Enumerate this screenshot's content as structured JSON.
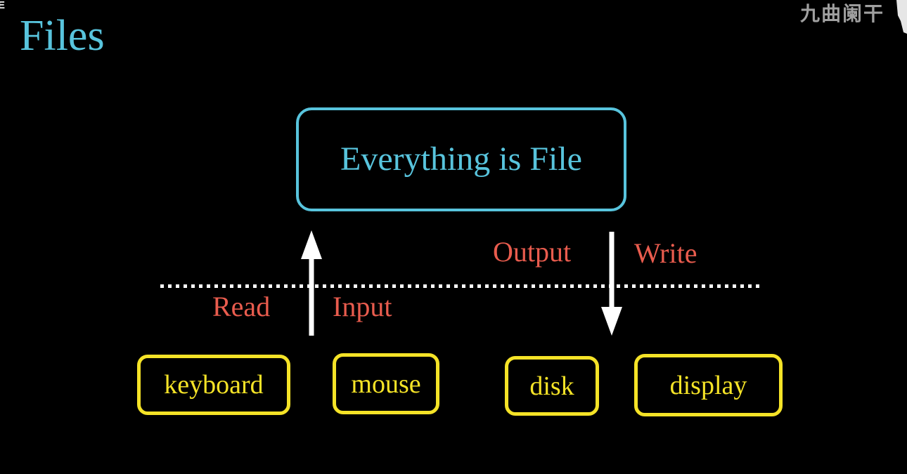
{
  "page": {
    "background_color": "#000000",
    "accent_blue": "#58C4DD",
    "accent_red": "#E95C4E",
    "accent_yellow": "#F5E327",
    "arrow_color": "#FFFFFF"
  },
  "header": {
    "title": "Files",
    "corner_fragment": "E"
  },
  "watermark": {
    "text": "九曲阑干",
    "color": "#A0A0A0",
    "logo_icon": "banner-logo-icon"
  },
  "main_box": {
    "label": "Everything is File",
    "border_color": "#58C4DD",
    "text_color": "#58C4DD"
  },
  "divider": {
    "style": "dotted",
    "color": "#FFFFFF"
  },
  "arrows": [
    {
      "name": "input-arrow",
      "direction": "up",
      "color": "#FFFFFF"
    },
    {
      "name": "output-arrow",
      "direction": "down",
      "color": "#FFFFFF"
    }
  ],
  "flow_labels": {
    "read": "Read",
    "input": "Input",
    "output": "Output",
    "write": "Write",
    "color": "#E95C4E"
  },
  "devices": [
    {
      "label": "keyboard"
    },
    {
      "label": "mouse"
    },
    {
      "label": "disk"
    },
    {
      "label": "display"
    }
  ]
}
